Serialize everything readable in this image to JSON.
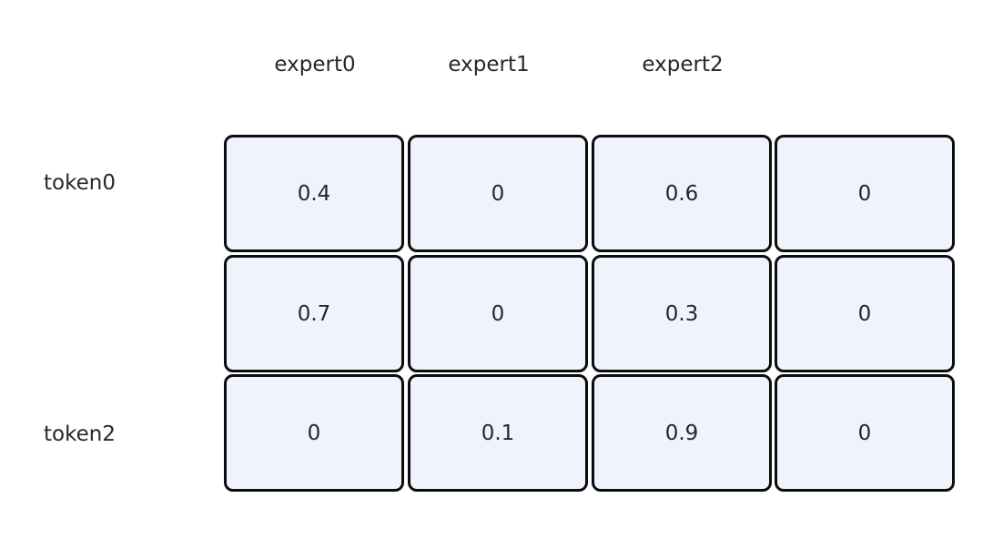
{
  "columns": [
    "expert0",
    "expert1",
    "expert2"
  ],
  "rows": [
    "token0",
    "token2"
  ],
  "matrix": [
    [
      "0.4",
      "0",
      "0.6",
      "0"
    ],
    [
      "0.7",
      "0",
      "0.3",
      "0"
    ],
    [
      "0",
      "0.1",
      "0.9",
      "0"
    ]
  ],
  "colors": {
    "cell_fill": "#eff4fc",
    "cell_border": "#0d0d0d"
  }
}
